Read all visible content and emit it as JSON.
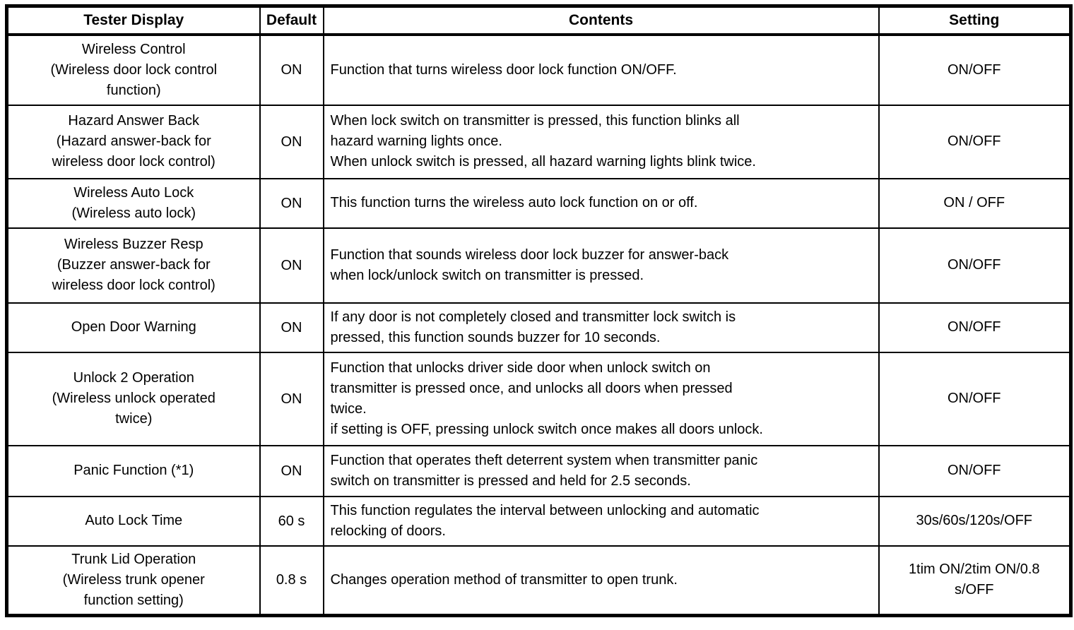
{
  "colors": {
    "background": "#ffffff",
    "text": "#000000",
    "border": "#000000"
  },
  "table": {
    "headers": [
      "Tester Display",
      "Default",
      "Contents",
      "Setting"
    ],
    "rows": [
      {
        "tester_display": "Wireless Control\n(Wireless door lock control\nfunction)",
        "default": "ON",
        "contents": "Function that turns wireless door lock function ON/OFF.",
        "setting": "ON/OFF"
      },
      {
        "tester_display": "Hazard Answer Back\n(Hazard answer-back for\nwireless door lock control)",
        "default": "ON",
        "contents": "When lock switch on transmitter is pressed, this function blinks all\nhazard warning lights once.\nWhen unlock switch is pressed, all hazard warning lights blink twice.",
        "setting": "ON/OFF"
      },
      {
        "tester_display": "Wireless Auto Lock\n(Wireless auto lock)",
        "default": "ON",
        "contents": "This function turns the wireless auto lock function on or off.",
        "setting": "ON / OFF"
      },
      {
        "tester_display": "Wireless Buzzer Resp\n(Buzzer answer-back for\nwireless door lock control)",
        "default": "ON",
        "contents": "Function that sounds wireless door lock buzzer for answer-back\nwhen lock/unlock switch on transmitter is pressed.",
        "setting": "ON/OFF"
      },
      {
        "tester_display": "Open Door Warning",
        "default": "ON",
        "contents": "If any door is not completely closed and transmitter lock switch is\npressed, this function sounds buzzer for 10 seconds.",
        "setting": "ON/OFF"
      },
      {
        "tester_display": "Unlock 2 Operation\n(Wireless unlock operated\ntwice)",
        "default": "ON",
        "contents": "Function that unlocks driver side door when unlock switch on\ntransmitter is pressed once, and unlocks all doors when pressed\ntwice.\nif setting is OFF, pressing unlock switch once makes all doors unlock.",
        "setting": "ON/OFF"
      },
      {
        "tester_display": "Panic Function (*1)",
        "default": "ON",
        "contents": "Function that operates theft deterrent system when transmitter panic\nswitch on transmitter is pressed and held for 2.5 seconds.",
        "setting": "ON/OFF"
      },
      {
        "tester_display": "Auto Lock Time",
        "default": "60 s",
        "contents": "This function regulates the interval between unlocking and automatic\nrelocking of doors.",
        "setting": "30s/60s/120s/OFF"
      },
      {
        "tester_display": "Trunk Lid Operation\n(Wireless trunk opener\nfunction setting)",
        "default": "0.8 s",
        "contents": "Changes operation method of transmitter to open trunk.",
        "setting": "1tim ON/2tim ON/0.8\ns/OFF"
      }
    ]
  }
}
